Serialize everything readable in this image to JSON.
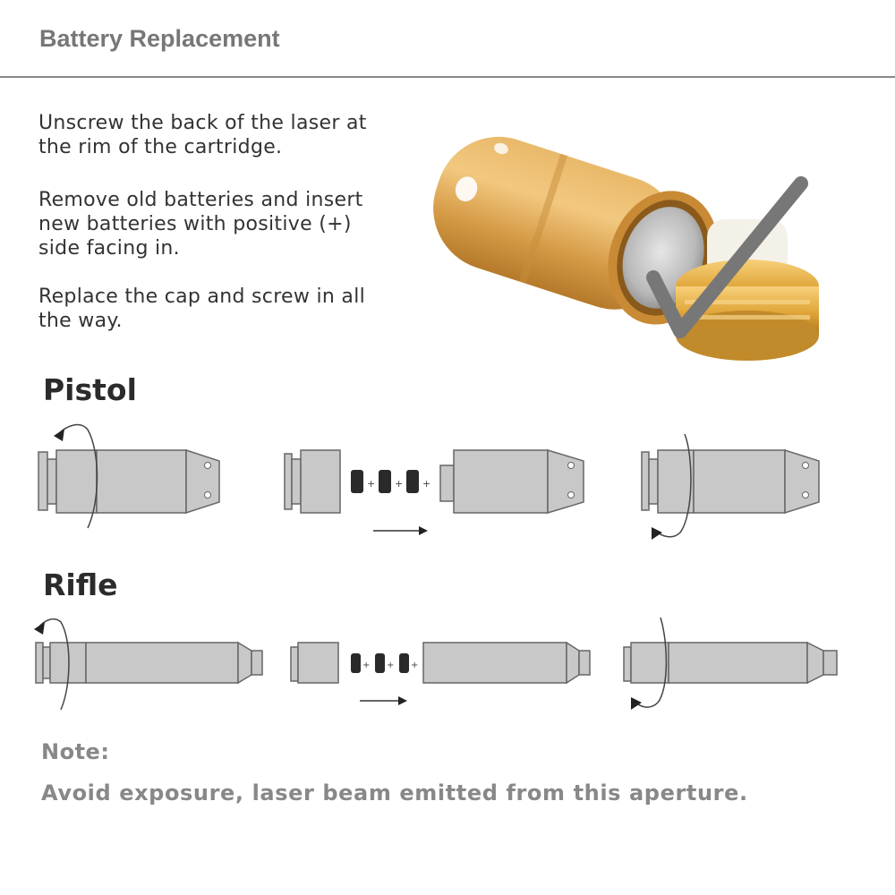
{
  "header": {
    "title": "Battery Replacement"
  },
  "steps": [
    "Unscrew the back of the laser at the rim of the cartridge.",
    "Remove old batteries and insert new batteries with positive (+) side facing in.",
    "Replace the cap and screw in all the way."
  ],
  "sections": {
    "pistol": "Pistol",
    "rifle": "Rifle"
  },
  "battery_sign": "+",
  "note": {
    "heading": "Note:",
    "text": "Avoid exposure, laser beam emitted from this aperture."
  },
  "colors": {
    "brass": "#d9a24a",
    "body_gray": "#c8c8c8",
    "outline": "#666666",
    "check": "#777777"
  }
}
